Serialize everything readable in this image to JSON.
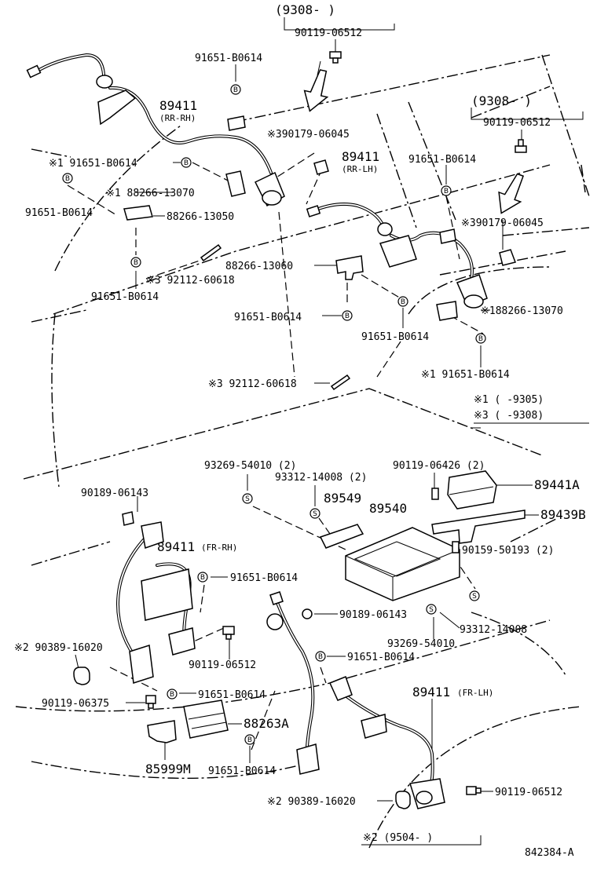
{
  "labels": {
    "top_range": "(9308-       )",
    "top_bolt": "90119-06512",
    "top_right_range": "(9308-      )",
    "top_right_bolt": "90119-06512",
    "rr_rh_part": "89411",
    "rr_rh_sub": "(RR-RH)",
    "rr_lh_part": "89411",
    "rr_lh_sub": "(RR-LH)",
    "clamp_rr_rh_top": "91651-B0614",
    "clip_390_left": "※390179-06045",
    "clip_390_right": "※390179-06045",
    "clamp_rr_lh_top": "91651-B0614",
    "note1_clamp_left": "※1 91651-B0614",
    "clamp_left_b": "91651-B0614",
    "bracket_13070_left": "※1 88266-13070",
    "bracket_13050": "88266-13050",
    "stud_left": "※3 92112-60618",
    "clamp_left_low": "91651-B0614",
    "bracket_13060": "88266-13060",
    "clamp_center": "91651-B0614",
    "clamp_center_low": "91651-B0614",
    "bracket_13070_right": "※188266-13070",
    "note1_clamp_right": "※1 91651-B0614",
    "stud_center": "※3 92112-60618",
    "note1_range": "※1 (      -9305)",
    "note3_range": "※3 (      -9308)",
    "screw_93269_top": "93269-54010 (2)",
    "screw_93312_top": "93312-14008 (2)",
    "bolt_90119_06426": "90119-06426 (2)",
    "sensor_89441a": "89441A",
    "bolt_90189_left": "90189-06143",
    "bracket_89549": "89549",
    "ecu_89540": "89540",
    "bracket_89439b": "89439B",
    "fr_rh_part": "89411",
    "fr_rh_sub": "(FR-RH)",
    "screw_90159": "90159-50193 (2)",
    "clamp_fr_rh": "91651-B0614",
    "bolt_90189_center": "90189-06143",
    "screw_93269_bottom": "93269-54010",
    "screw_93312_bottom": "93312-14008",
    "note2_sleeve_left": "※2 90389-16020",
    "bolt_90119_06512_fr": "90119-06512",
    "clamp_fr_center": "91651-B0614",
    "fr_lh_part": "89411",
    "fr_lh_sub": "(FR-LH)",
    "bolt_90119_06375": "90119-06375",
    "clamp_fr_low": "91651-B0614",
    "relay_88263a": "88263A",
    "bracket_85999m": "85999M",
    "clamp_fr_bottom": "91651-B0614",
    "bolt_90119_06512_fl": "90119-06512",
    "note2_sleeve_right": "※2 90389-16020",
    "note2_range": "※2 (9504-       )",
    "drawing_number": "842384-A"
  },
  "badges": {
    "b": "B",
    "s": "S"
  }
}
